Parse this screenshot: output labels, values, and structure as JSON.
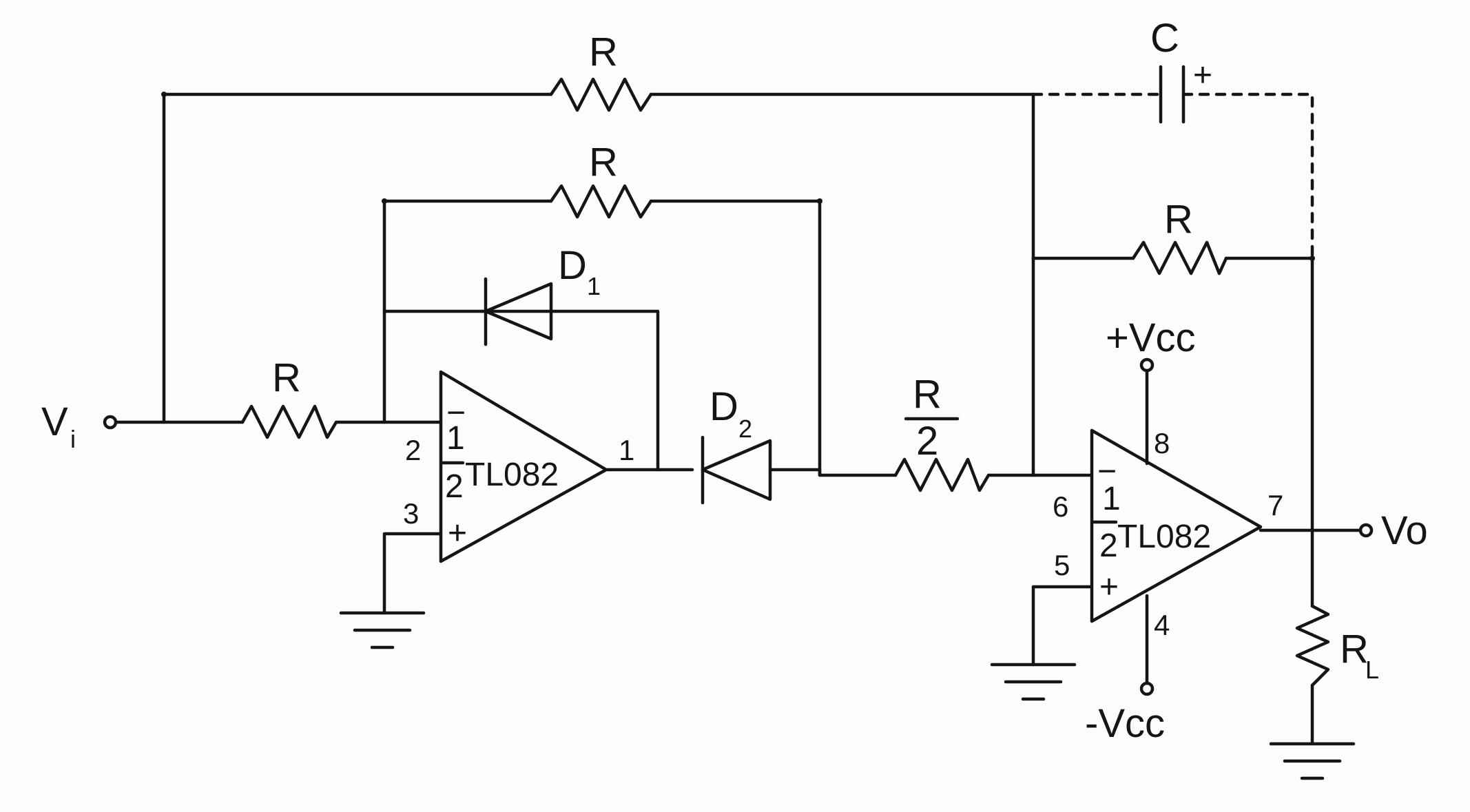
{
  "labels": {
    "r_top": "R",
    "r_mid": "R",
    "r_input": "R",
    "r_half_num": "R",
    "r_half_den": "2",
    "r_right": "R",
    "r_load": "R",
    "r_load_sub": "L",
    "c": "C",
    "c_plus": "+",
    "d1": "D",
    "d1_sub": "1",
    "d2": "D",
    "d2_sub": "2",
    "vi": "V",
    "vi_sub": "i",
    "vo": "Vo",
    "vcc_pos": "+Vcc",
    "vcc_neg": "-Vcc"
  },
  "opamp1": {
    "name": "TL082",
    "frac_num": "1",
    "frac_den": "2",
    "minus": "−",
    "plus": "+",
    "pin_inv": "2",
    "pin_noninv": "3",
    "pin_out": "1"
  },
  "opamp2": {
    "name": "TL082",
    "frac_num": "1",
    "frac_den": "2",
    "minus": "−",
    "plus": "+",
    "pin_inv": "6",
    "pin_noninv": "5",
    "pin_out": "7",
    "pin_vpos": "8",
    "pin_vneg": "4"
  }
}
